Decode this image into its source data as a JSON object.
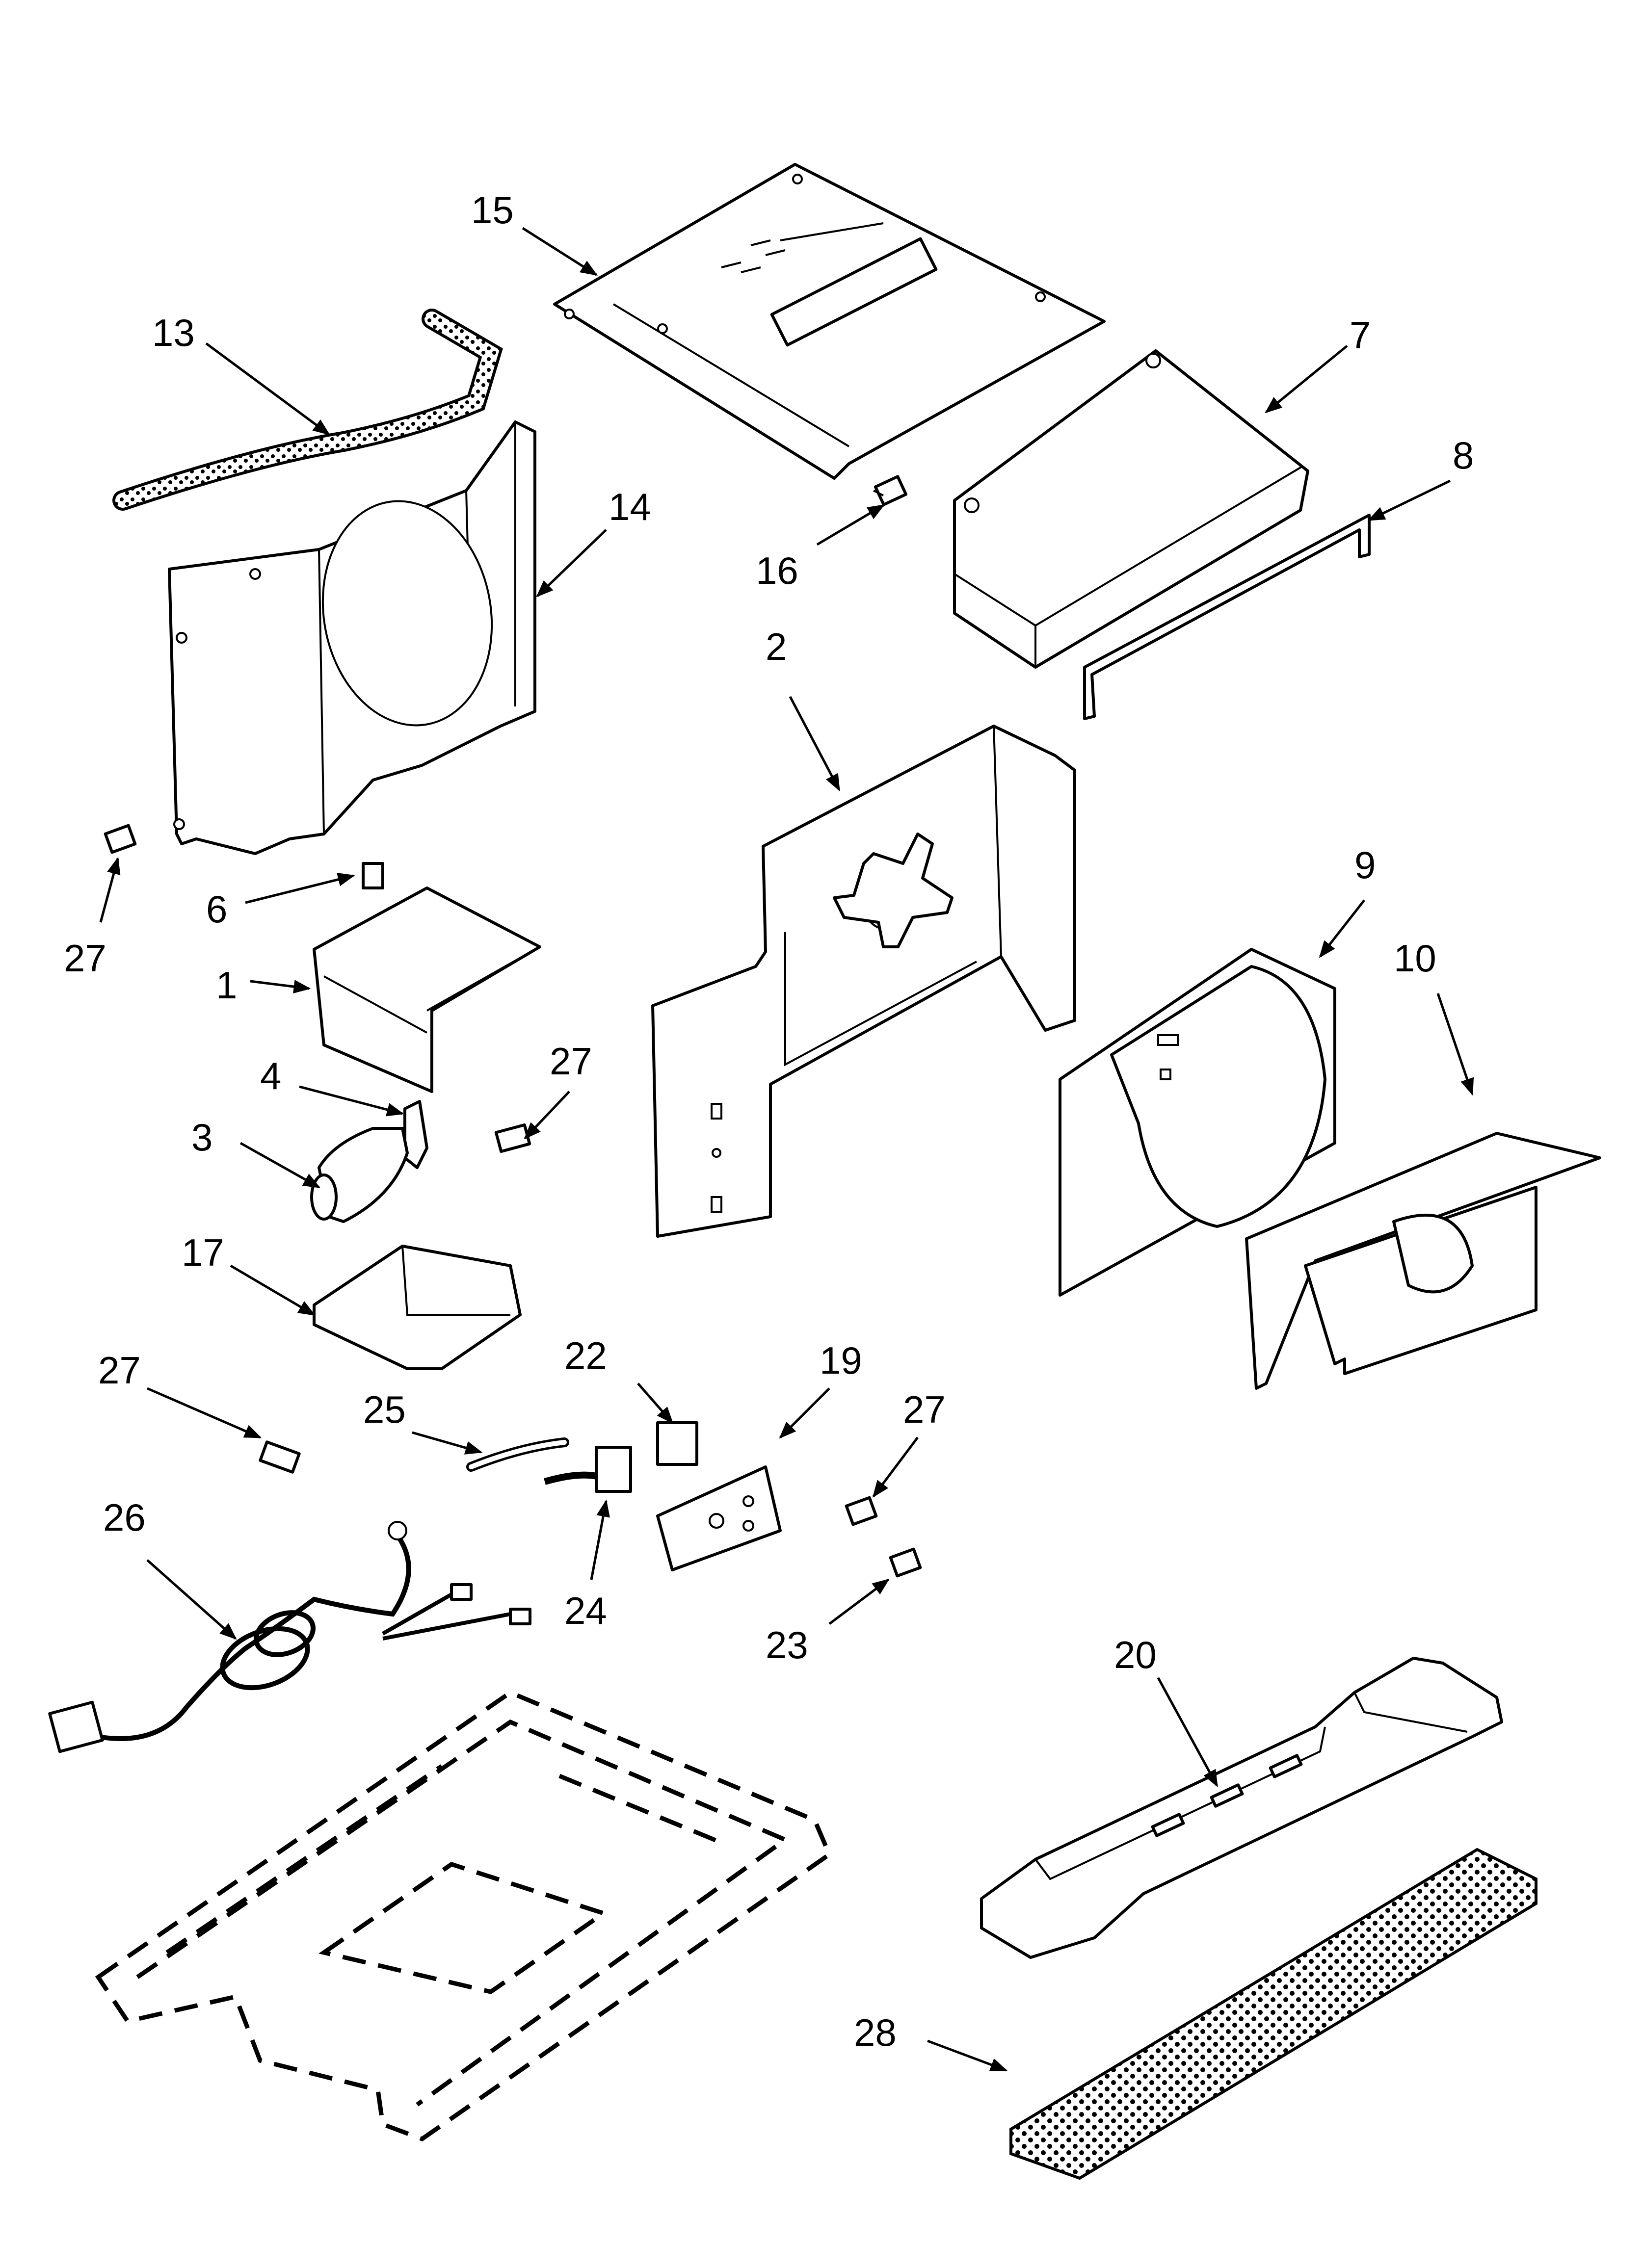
{
  "diagram": {
    "callouts": [
      "15",
      "13",
      "7",
      "8",
      "14",
      "16",
      "2",
      "27",
      "6",
      "9",
      "10",
      "1",
      "27",
      "4",
      "3",
      "17",
      "27",
      "22",
      "19",
      "25",
      "27",
      "26",
      "24",
      "23",
      "20",
      "28"
    ]
  }
}
